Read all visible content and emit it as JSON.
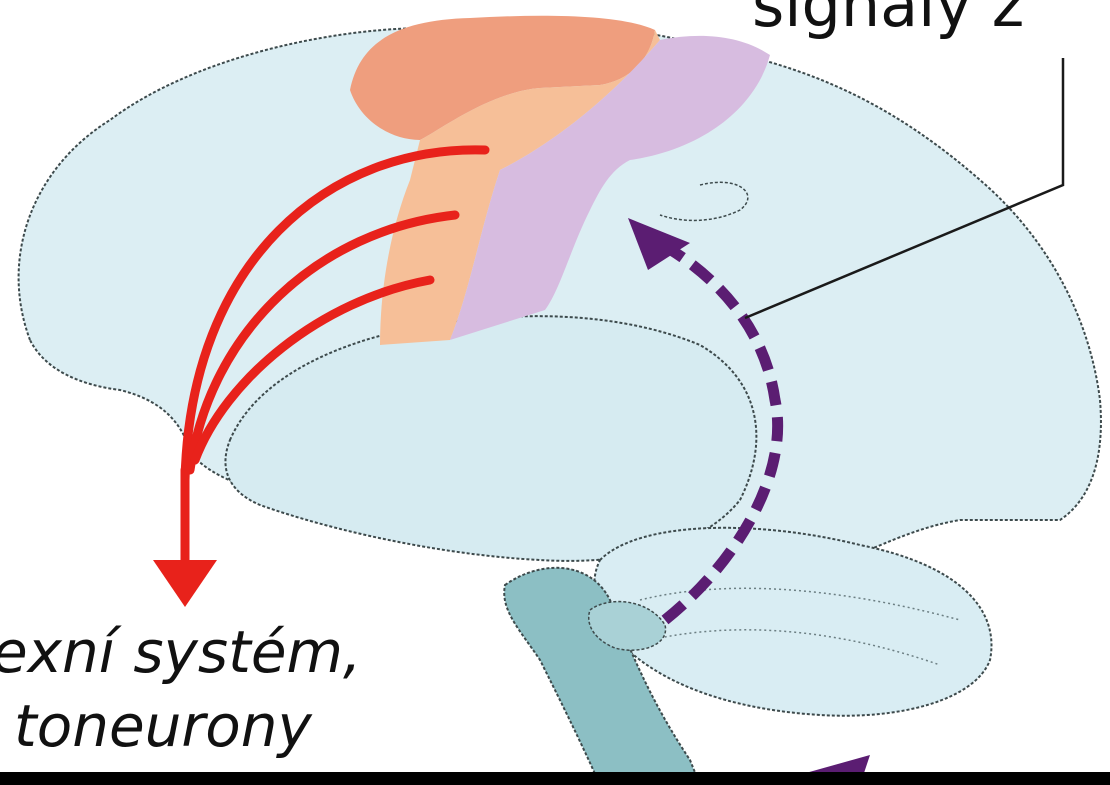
{
  "labels": {
    "top_right": "signály z",
    "bottom_left_line1": "exní systém,",
    "bottom_left_line2": "toneurony"
  },
  "colors": {
    "brain_fill": "#dceef3",
    "brainstem_fill": "#8cbfc4",
    "motor_cortex": "#f6bf98",
    "premotor_area": "#ef9e7e",
    "sensory_cortex": "#d7bce0",
    "efferent_arrows": "#e8221b",
    "afferent_arrow": "#5b1d72",
    "outline": "#3d4a4c",
    "pointer_line": "#1a1a1a",
    "border": "#000000"
  },
  "icons": {
    "efferent": "red-down-arrow-icon",
    "afferent": "purple-up-arrow-icon"
  }
}
